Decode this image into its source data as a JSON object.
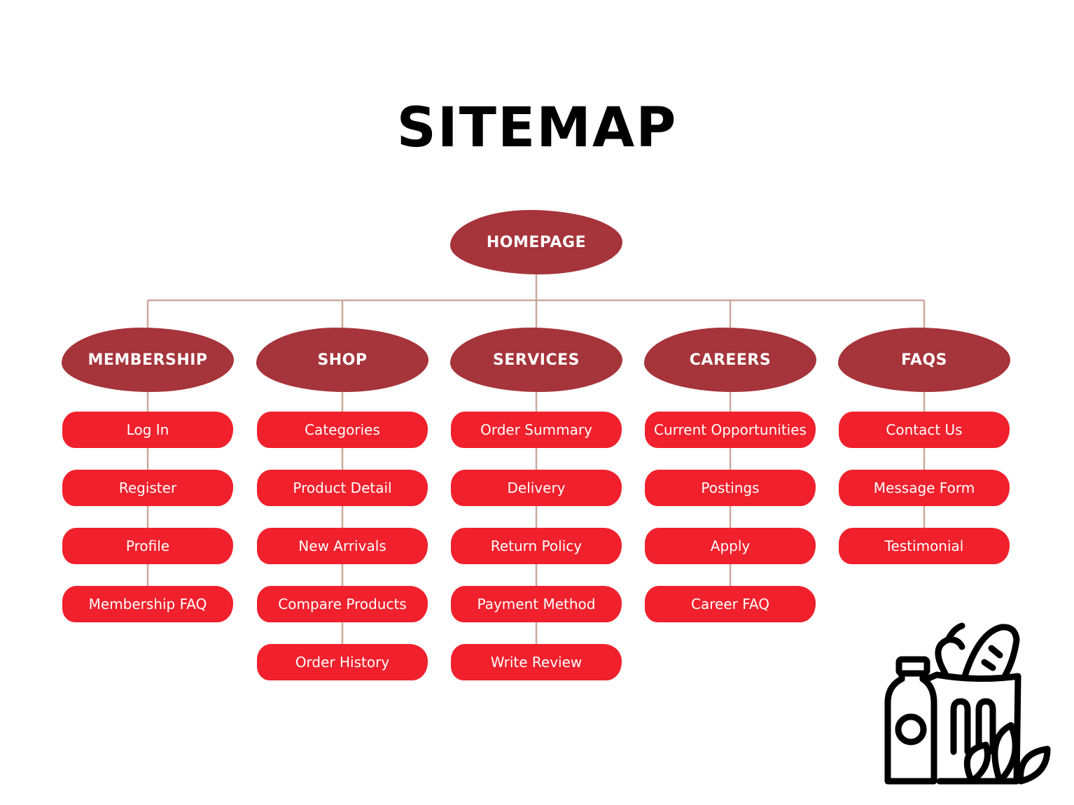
{
  "title": "SITEMAP",
  "root": {
    "label": "HOMEPAGE"
  },
  "sections": [
    {
      "label": "MEMBERSHIP",
      "items": [
        "Log In",
        "Register",
        "Profile",
        "Membership FAQ"
      ]
    },
    {
      "label": "SHOP",
      "items": [
        "Categories",
        "Product Detail",
        "New Arrivals",
        "Compare Products",
        "Order History"
      ]
    },
    {
      "label": "SERVICES",
      "items": [
        "Order Summary",
        "Delivery",
        "Return Policy",
        "Payment Method",
        "Write Review"
      ]
    },
    {
      "label": "CAREERS",
      "items": [
        "Current Opportunities",
        "Postings",
        "Apply",
        "Career FAQ"
      ]
    },
    {
      "label": "FAQS",
      "items": [
        "Contact Us",
        "Message Form",
        "Testimonial"
      ]
    }
  ],
  "colors": {
    "main_node": "#a6343b",
    "sub_node": "#f0202c",
    "connector": "#c9a99a",
    "text": "#ffffff",
    "title": "#000000"
  },
  "icon": "grocery-bag-bottle-leaf-icon"
}
